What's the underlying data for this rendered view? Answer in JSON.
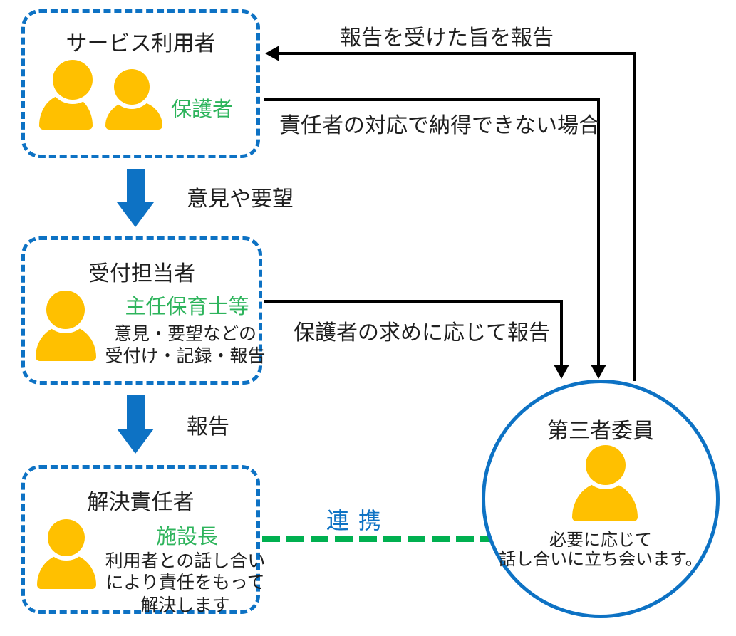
{
  "palette": {
    "blue": "#0D72C4",
    "yellow": "#FFC000",
    "green_text": "#2EB45C",
    "green_dash": "#00B050",
    "line_black": "#000000"
  },
  "boxes": {
    "service_users": {
      "title": "サービス利用者",
      "role": "保護者"
    },
    "reception": {
      "title": "受付担当者",
      "role": "主任保育士等",
      "desc": [
        "意見・要望などの",
        "受付け・記録・報告"
      ]
    },
    "resolver": {
      "title": "解決責任者",
      "role": "施設長",
      "desc": [
        "利用者との話し合い",
        "により責任をもって",
        "解決します"
      ]
    }
  },
  "circle": {
    "title": "第三者委員",
    "desc": [
      "必要に応じて",
      "話し合いに立ち会います。"
    ]
  },
  "labels": {
    "opinions": "意見や要望",
    "report": "報告",
    "report_received": "報告を受けた旨を報告",
    "not_satisfied": "責任者の対応で納得できない場合",
    "report_on_request": "保護者の求めに応じて報告",
    "cooperation": "連 携"
  }
}
